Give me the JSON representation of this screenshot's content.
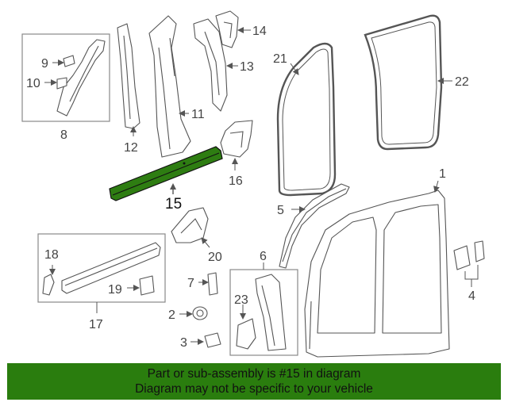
{
  "diagram": {
    "callouts": {
      "c1": "1",
      "c2": "2",
      "c3": "3",
      "c4": "4",
      "c5": "5",
      "c6": "6",
      "c7": "7",
      "c8": "8",
      "c9": "9",
      "c10": "10",
      "c11": "11",
      "c12": "12",
      "c13": "13",
      "c14": "14",
      "c15": "15",
      "c16": "16",
      "c17": "17",
      "c18": "18",
      "c19": "19",
      "c20": "20",
      "c21": "21",
      "c22": "22",
      "c23": "23"
    },
    "highlight_color": "#2e7d12"
  },
  "banner": {
    "line1": "Part or sub-assembly is #15 in diagram",
    "line2": "Diagram may not be specific to your vehicle",
    "background": "#2a7d0e"
  }
}
